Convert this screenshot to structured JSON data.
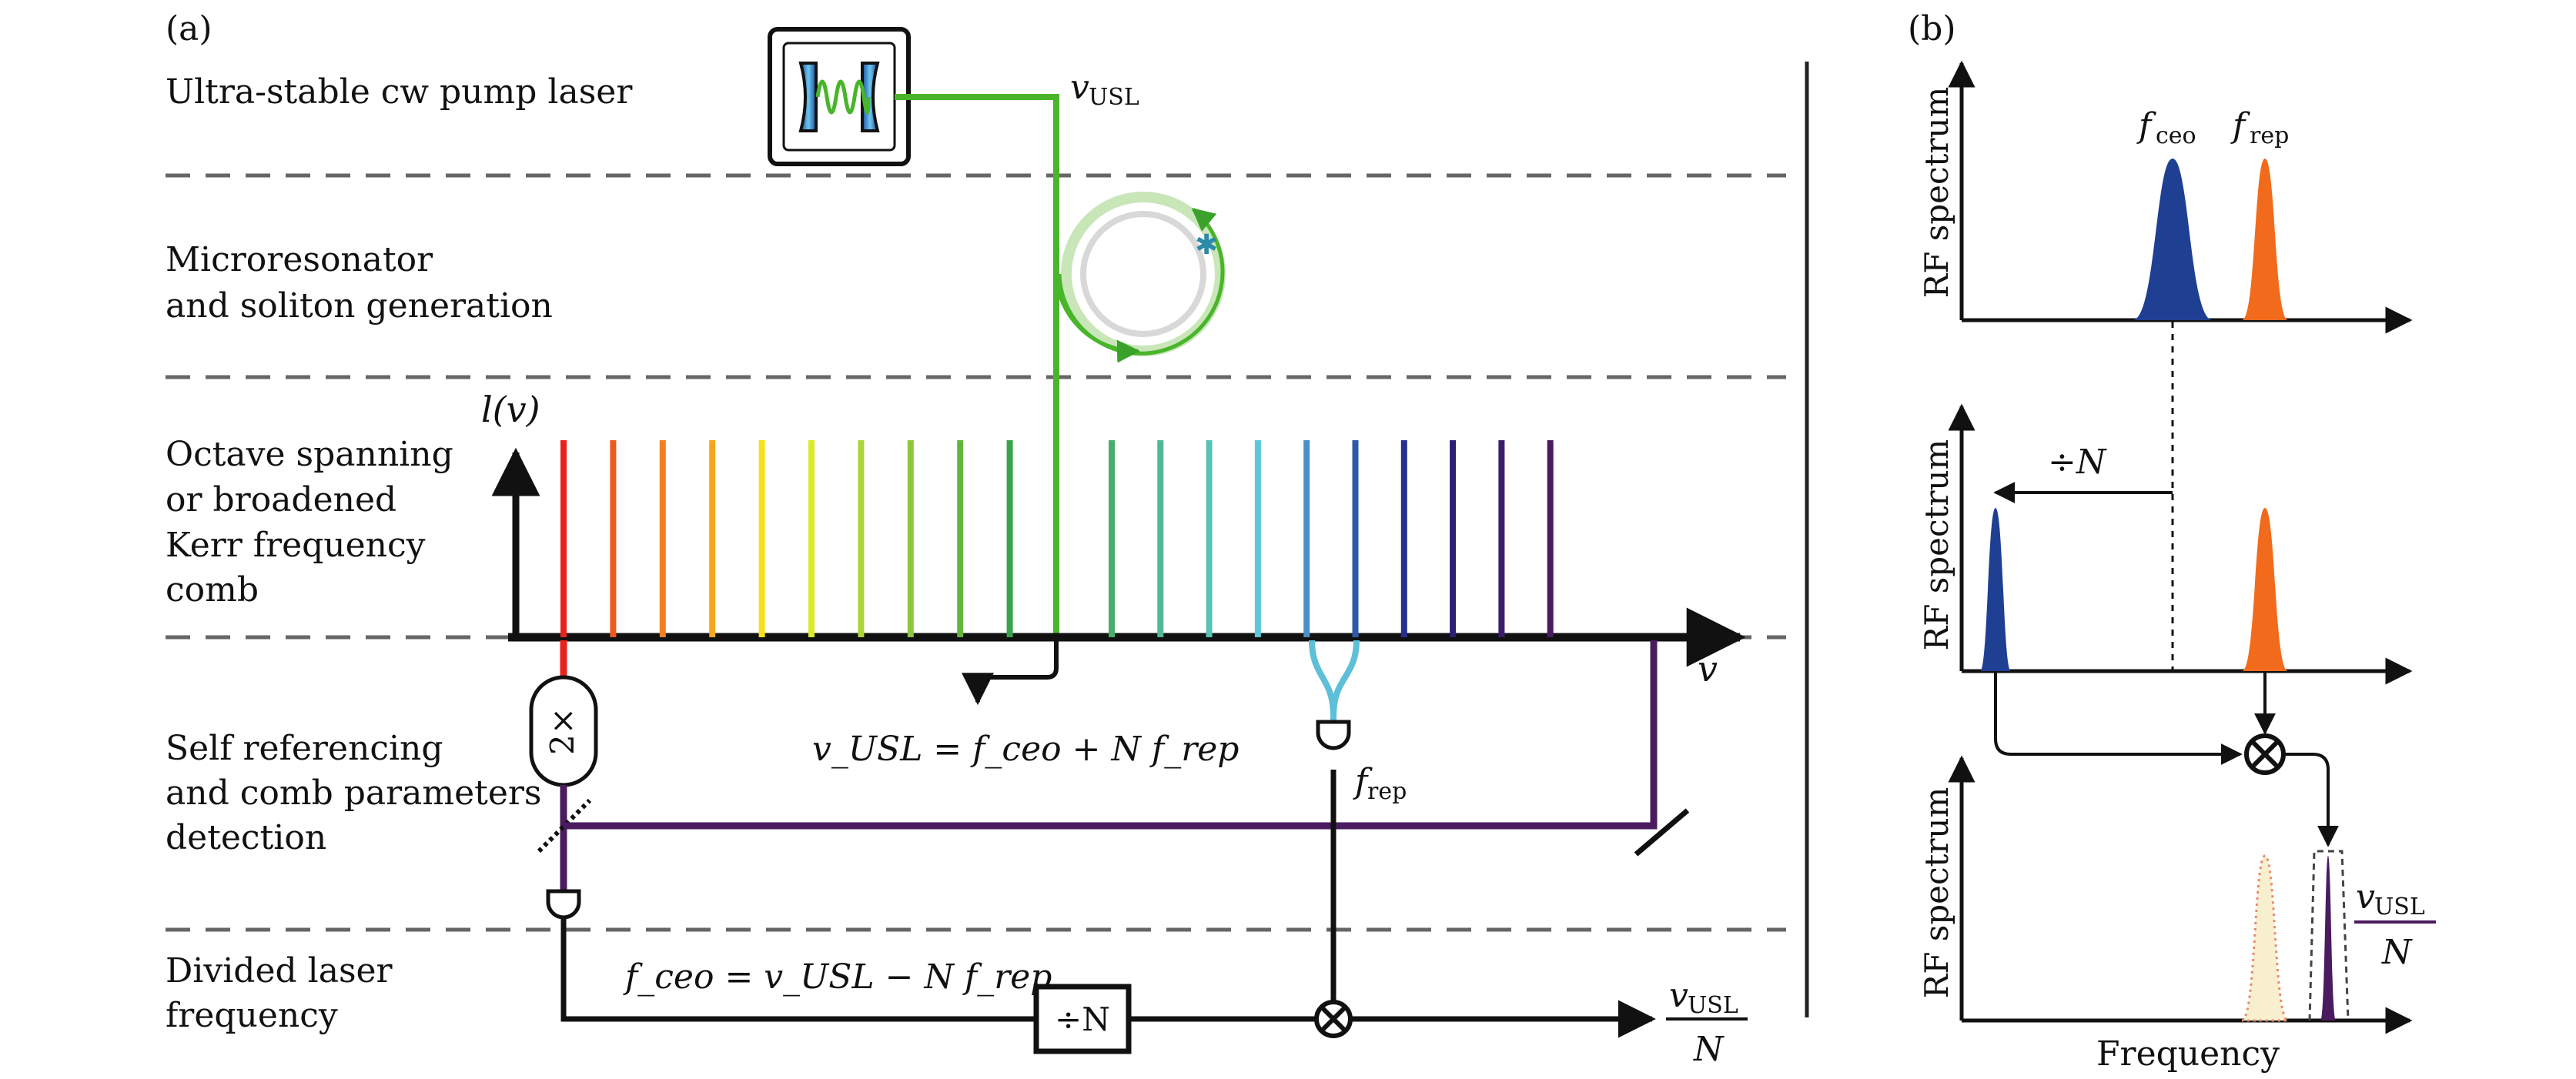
{
  "panel_a": {
    "tag": "(a)",
    "sections": [
      {
        "lines": [
          "Ultra-stable cw pump laser"
        ]
      },
      {
        "lines": [
          "Microresonator",
          "and soliton generation"
        ]
      },
      {
        "lines": [
          "Octave spanning",
          "or broadened",
          "Kerr frequency",
          "comb"
        ]
      },
      {
        "lines": [
          "Self referencing",
          "and comb parameters",
          "detection"
        ]
      },
      {
        "lines": [
          "Divided laser",
          "frequency"
        ]
      }
    ],
    "labels": {
      "v_usl": {
        "main": "v",
        "sub": "USL"
      },
      "intensity_axis": "l(v)",
      "freq_axis": "v",
      "doubler": "2×",
      "divider": "÷N",
      "equation_usl": "v_USL = f_ceo + N f_rep",
      "equation_fceo": "f_ceo = v_USL − N f_rep",
      "f_rep": {
        "main": "f",
        "sub": "rep"
      },
      "output": {
        "num_main": "v",
        "num_sub": "USL",
        "den": "N"
      }
    },
    "comb_colors": [
      "#e8231d",
      "#ee5a1e",
      "#f27f22",
      "#f4a71e",
      "#f3e11c",
      "#d8ea2a",
      "#acd637",
      "#8cc63e",
      "#63b53c",
      "#39a34b",
      "#47ae6c",
      "#52b892",
      "#59c1b8",
      "#5ec7d7",
      "#4a8fc7",
      "#2d5aa8",
      "#24308e",
      "#2a1f73",
      "#3c1b6b",
      "#4a1b5f"
    ]
  },
  "panel_b": {
    "tag": "(b)",
    "ylabel": "RF spectrum",
    "xlabel": "Frequency",
    "plot1": {
      "peak1": {
        "main": "f",
        "sub": "ceo"
      },
      "peak2": {
        "main": "f",
        "sub": "rep"
      }
    },
    "plot2": {
      "divide_label": "÷N"
    },
    "plot3": {
      "out": {
        "num_main": "v",
        "num_sub": "USL",
        "den": "N"
      }
    },
    "colors": {
      "ceo": "#1f3f93",
      "rep": "#f26a1b",
      "out": "#4a1b5f",
      "ghost": "#f8efcf"
    }
  }
}
